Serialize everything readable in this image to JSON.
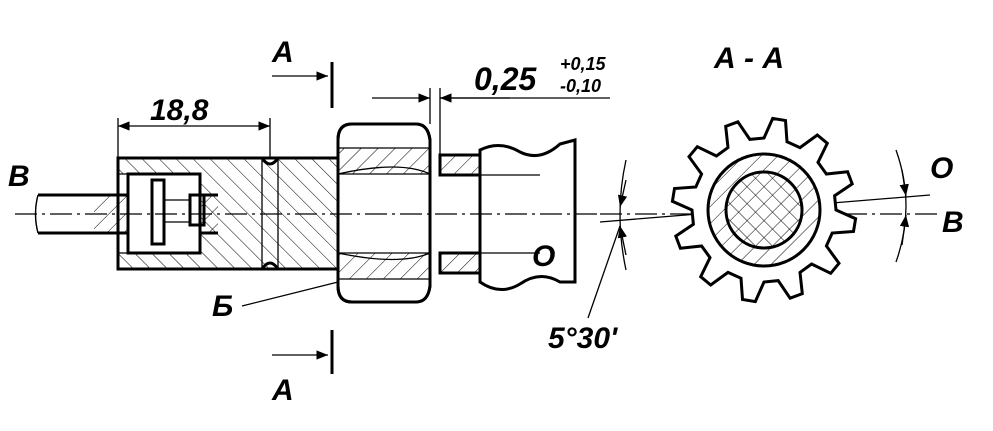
{
  "labels": {
    "section_top": "А",
    "section_bottom": "А",
    "section_title": "А - А",
    "axis_left": "В",
    "axis_right": "В",
    "origin_left": "О",
    "origin_right": "О",
    "groove": "Б"
  },
  "dimensions": {
    "length": "18,8",
    "gap_main": "0,25",
    "gap_upper_tol": "+0,15",
    "gap_lower_tol": "-0,10",
    "angle": "5°30'"
  },
  "colors": {
    "ink": "#000000",
    "paper": "#ffffff"
  }
}
